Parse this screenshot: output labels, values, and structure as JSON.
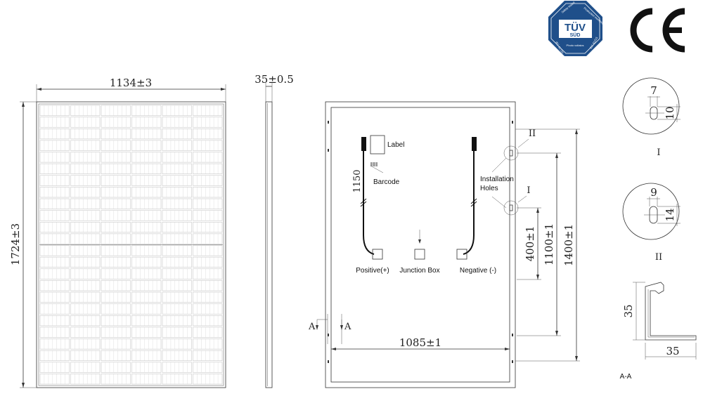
{
  "front_view": {
    "width_label": "1134±3",
    "height_label": "1724±3"
  },
  "side_view": {
    "thickness_label": "35±0.5"
  },
  "back_view": {
    "label_text": "Label",
    "barcode_text": "Barcode",
    "cable_length_label": "1150",
    "installation_holes_line1": "Installation",
    "installation_holes_line2": "Holes",
    "positive_label": "Positive(+)",
    "junction_box_label": "Junction Box",
    "negative_label": "Negative (-)",
    "width_label": "1085±1",
    "dim_400": "400±1",
    "dim_1100": "1100±1",
    "dim_1400": "1400±1",
    "callout_II": "II",
    "callout_I": "I",
    "section_mark_left": "A",
    "section_mark_right": "A"
  },
  "detail_I": {
    "width": "7",
    "height": "10",
    "caption": "I"
  },
  "detail_II": {
    "width": "9",
    "height": "14",
    "caption": "II"
  },
  "section_AA": {
    "height": "35",
    "width": "35",
    "caption": "A-A"
  },
  "certifications": {
    "tuv_brand": "TÜV",
    "tuv_sub": "SÜD",
    "tuv_ring_top": "Safety tested",
    "tuv_ring_right": "Production monitored",
    "tuv_ring_left": "IEC 61730",
    "tuv_ring_bottom": "Photo voltaics",
    "tuv_ring_br": "IEC 61215",
    "ce_mark": "CE",
    "tuv_color": "#1f4f8a"
  }
}
